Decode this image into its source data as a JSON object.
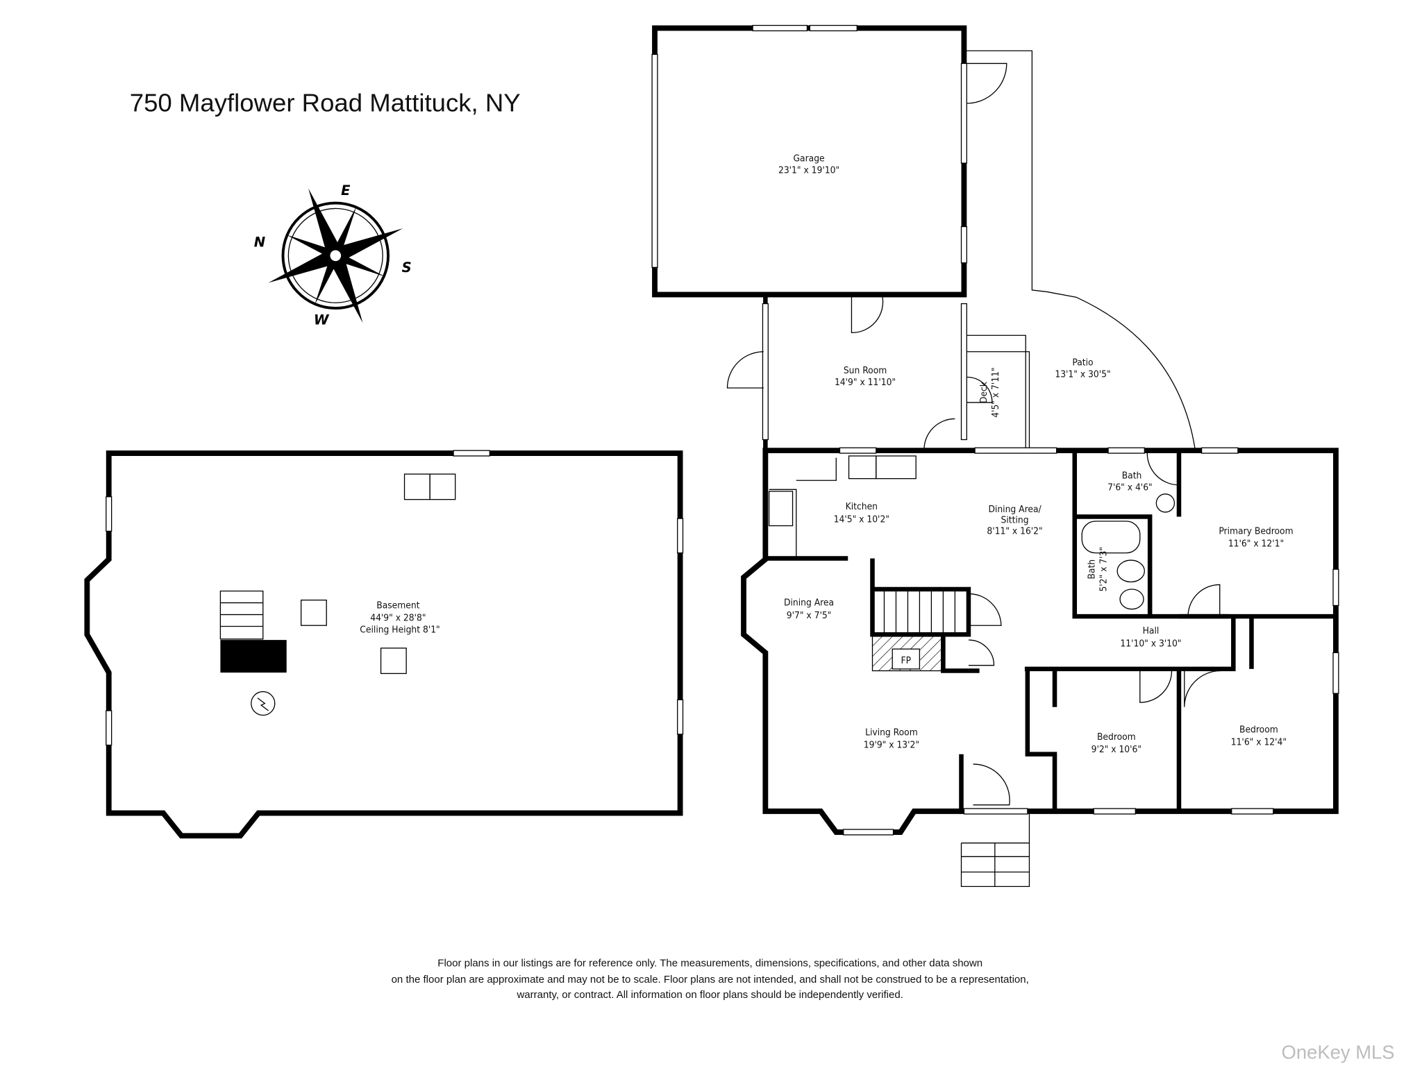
{
  "title": "750 Mayflower Road Mattituck, NY",
  "compass": {
    "n": "N",
    "e": "E",
    "s": "S",
    "w": "W"
  },
  "rooms": {
    "garage": {
      "name": "Garage",
      "dims": "23'1\" x 19'10\""
    },
    "sun_room": {
      "name": "Sun Room",
      "dims": "14'9\" x 11'10\""
    },
    "deck": {
      "name": "Deck",
      "dims": "4'5\" x 7'11\""
    },
    "patio": {
      "name": "Patio",
      "dims": "13'1\" x 30'5\""
    },
    "kitchen": {
      "name": "Kitchen",
      "dims": "14'5\" x 10'2\""
    },
    "dining_sitting": {
      "name1": "Dining Area/",
      "name2": "Sitting",
      "dims": "8'11\" x 16'2\""
    },
    "bath1": {
      "name": "Bath",
      "dims": "7'6\" x 4'6\""
    },
    "bath2": {
      "name": "Bath",
      "dims": "5'2\" x 7'3\""
    },
    "primary_bedroom": {
      "name": "Primary Bedroom",
      "dims": "11'6\" x 12'1\""
    },
    "dining_area": {
      "name": "Dining Area",
      "dims": "9'7\" x 7'5\""
    },
    "hall": {
      "name": "Hall",
      "dims": "11'10\" x 3'10\""
    },
    "fireplace": {
      "name": "FP"
    },
    "living_room": {
      "name": "Living Room",
      "dims": "19'9\" x 13'2\""
    },
    "bedroom2": {
      "name": "Bedroom",
      "dims": "9'2\" x 10'6\""
    },
    "bedroom3": {
      "name": "Bedroom",
      "dims": "11'6\" x 12'4\""
    },
    "basement": {
      "name": "Basement",
      "dims": "44'9\" x 28'8\"",
      "ceiling": "Ceiling Height 8'1\""
    }
  },
  "disclaimer": [
    "Floor plans in our listings are for reference only. The measurements, dimensions, specifications, and other data shown",
    "on the floor plan are approximate and may not be to scale. Floor plans are not intended, and shall not be construed to be a representation,",
    "warranty, or contract. All information on floor plans should be independently verified."
  ],
  "watermark": "OneKey MLS"
}
